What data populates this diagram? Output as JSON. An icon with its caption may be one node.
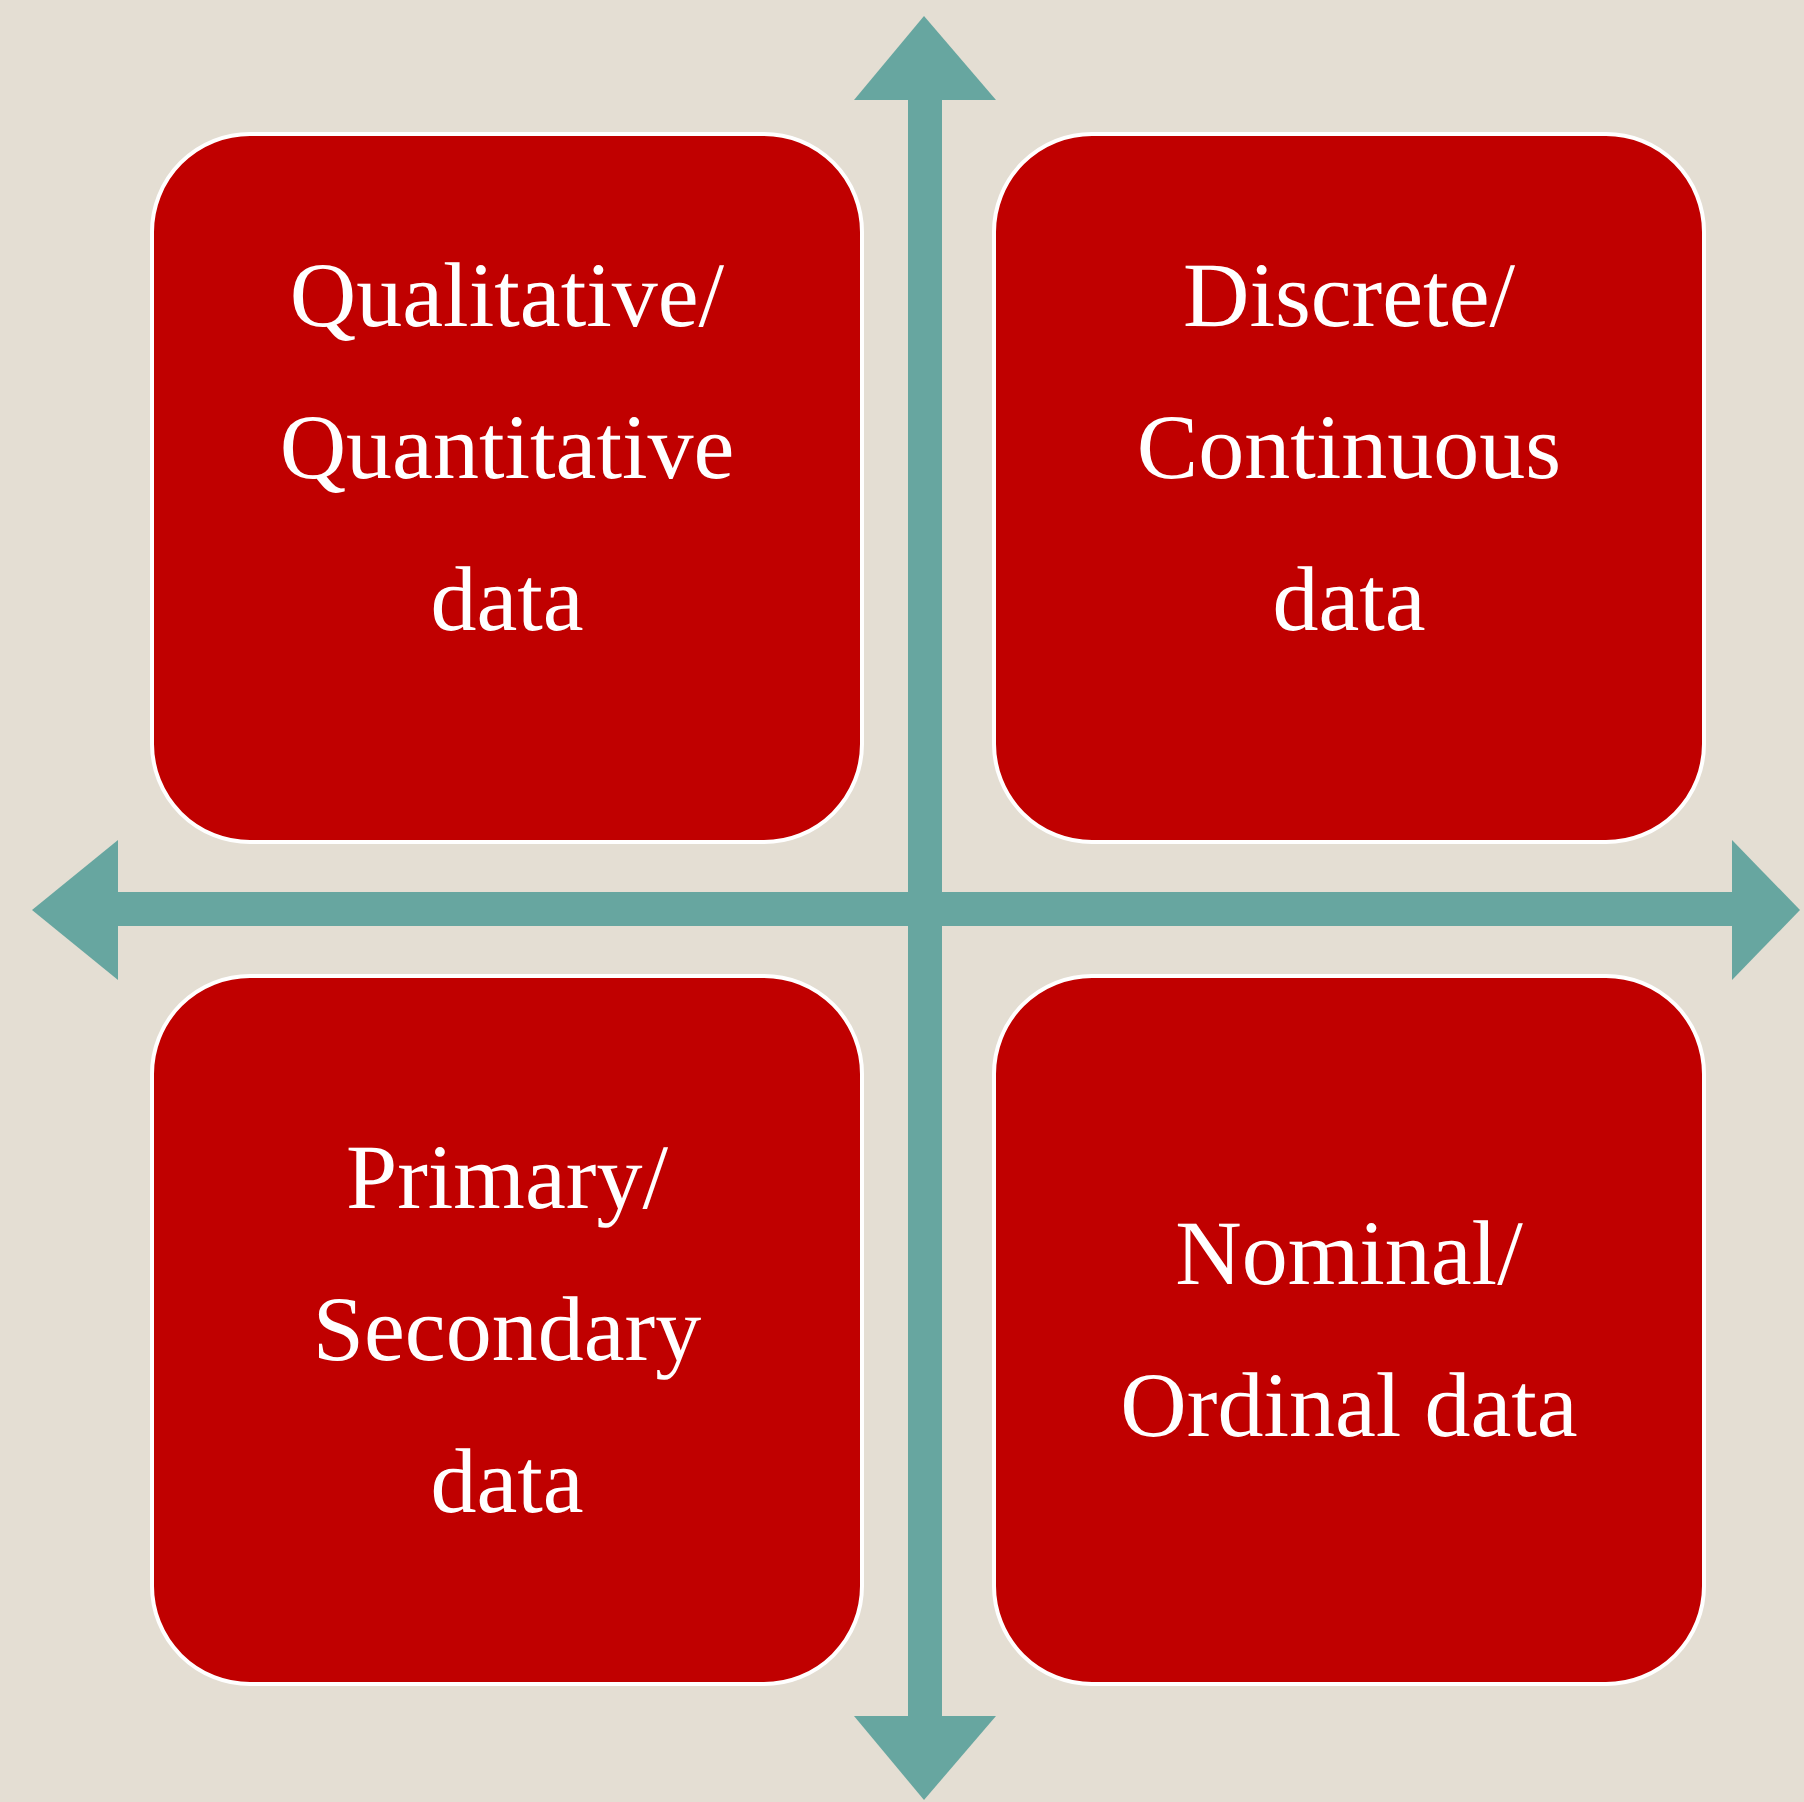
{
  "diagram": {
    "nodes": [
      {
        "text": [
          "Qualitative/ Quantitative data"
        ]
      },
      {
        "text": [
          "Discrete/ Continuous data"
        ]
      },
      {
        "text": [
          "Primary/ Secondary data"
        ]
      },
      {
        "text": [
          "Nominal/ Ordinal data"
        ]
      }
    ]
  }
}
